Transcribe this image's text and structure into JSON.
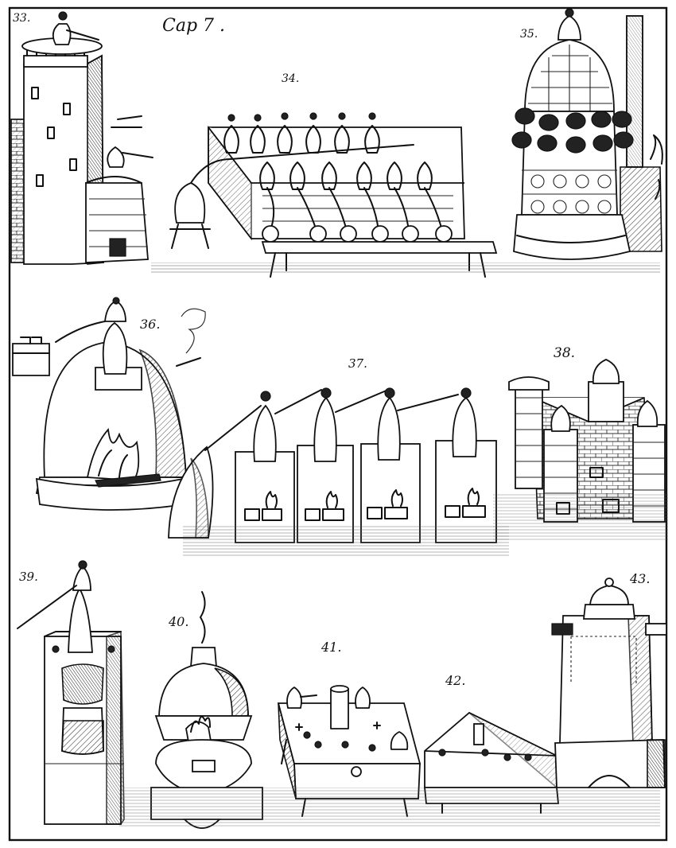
{
  "plate": {
    "caption": "Cap 7 .",
    "figure_labels": {
      "fig33": "33.",
      "fig34": "34.",
      "fig35": "35.",
      "fig36": "36.",
      "fig37": "37.",
      "fig38": "38.",
      "fig39": "39.",
      "fig40": "40.",
      "fig41": "41.",
      "fig42": "42.",
      "fig43": "43."
    }
  },
  "colors": {
    "ink": "#111111",
    "paper": "#ffffff"
  }
}
